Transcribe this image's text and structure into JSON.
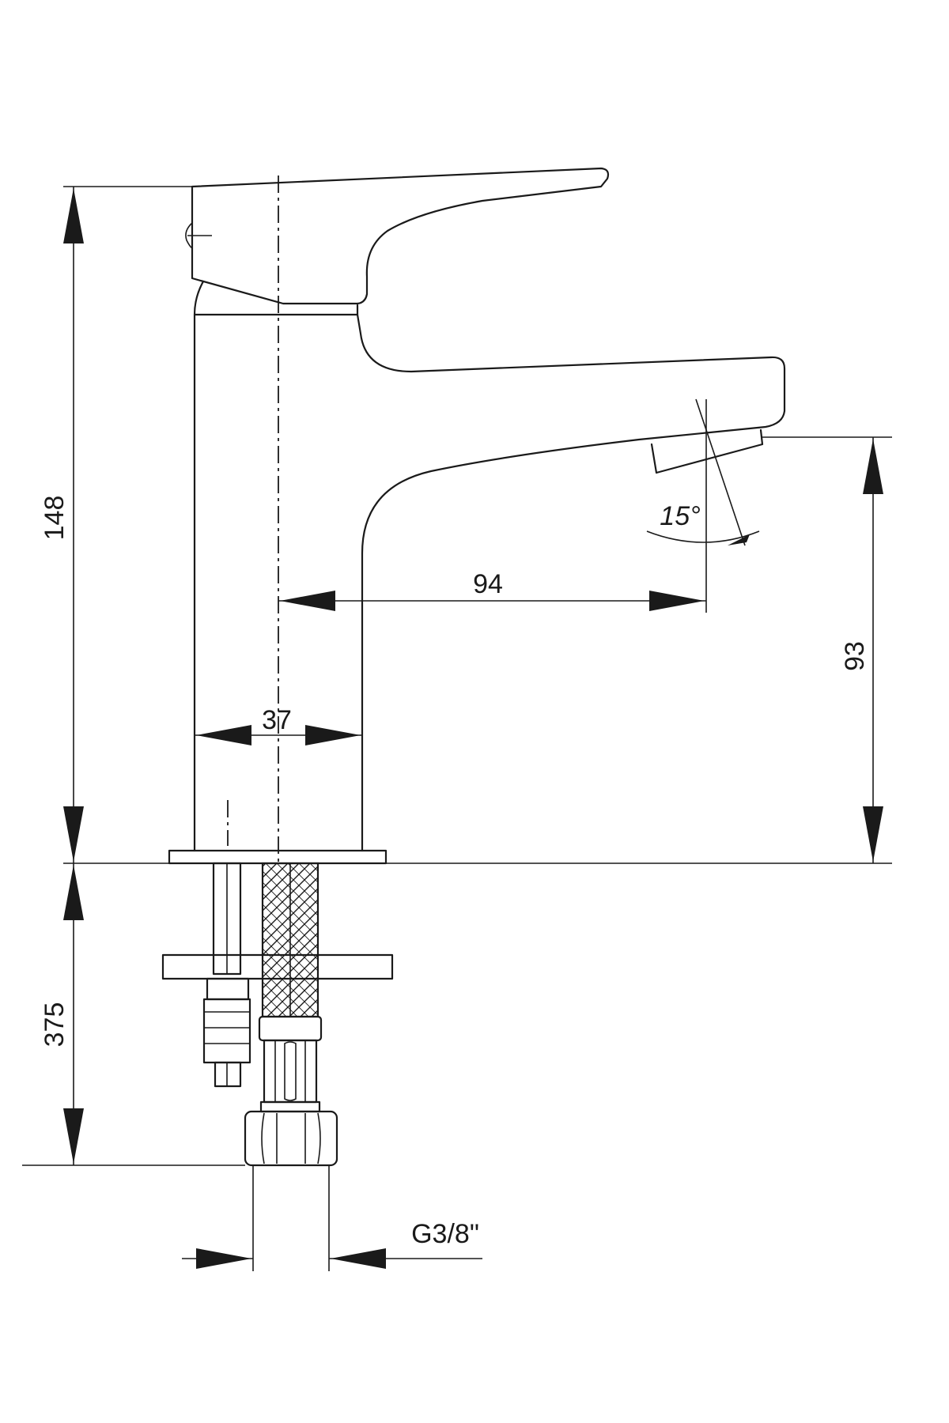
{
  "dimensions": {
    "total_height": "148",
    "spout_height": "93",
    "spout_reach": "94",
    "body_diameter": "37",
    "hose_length": "375",
    "spout_angle": "15°",
    "connection_thread": "G3/8\""
  },
  "colors": {
    "line": "#1a1a1a",
    "background": "#ffffff"
  }
}
